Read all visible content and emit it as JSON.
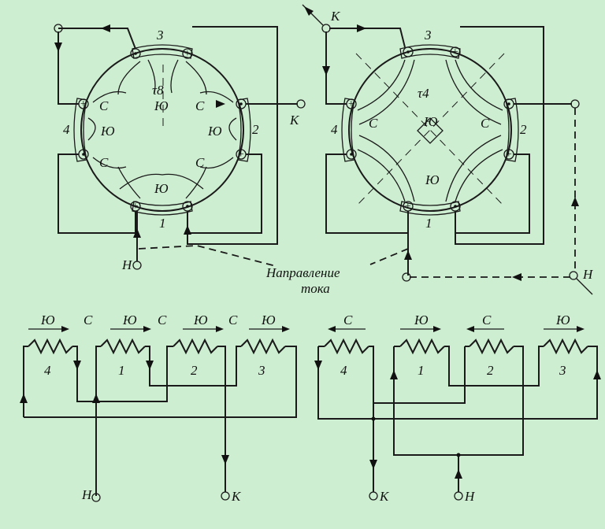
{
  "colors": {
    "background": "#cdeed0",
    "ink": "#1a1a1a"
  },
  "labels": {
    "direction_line1": "Направление",
    "direction_line2": "тока",
    "start": "Н",
    "end": "К",
    "north": "С",
    "south": "Ю",
    "tau8": "τ8",
    "tau4": "τ4"
  },
  "poles": [
    "1",
    "2",
    "3",
    "4"
  ],
  "left_bottom_polarity": [
    "Ю",
    "С",
    "Ю",
    "С",
    "Ю",
    "С",
    "Ю"
  ],
  "right_bottom_polarity": [
    "С",
    "Ю",
    "С",
    "Ю"
  ]
}
